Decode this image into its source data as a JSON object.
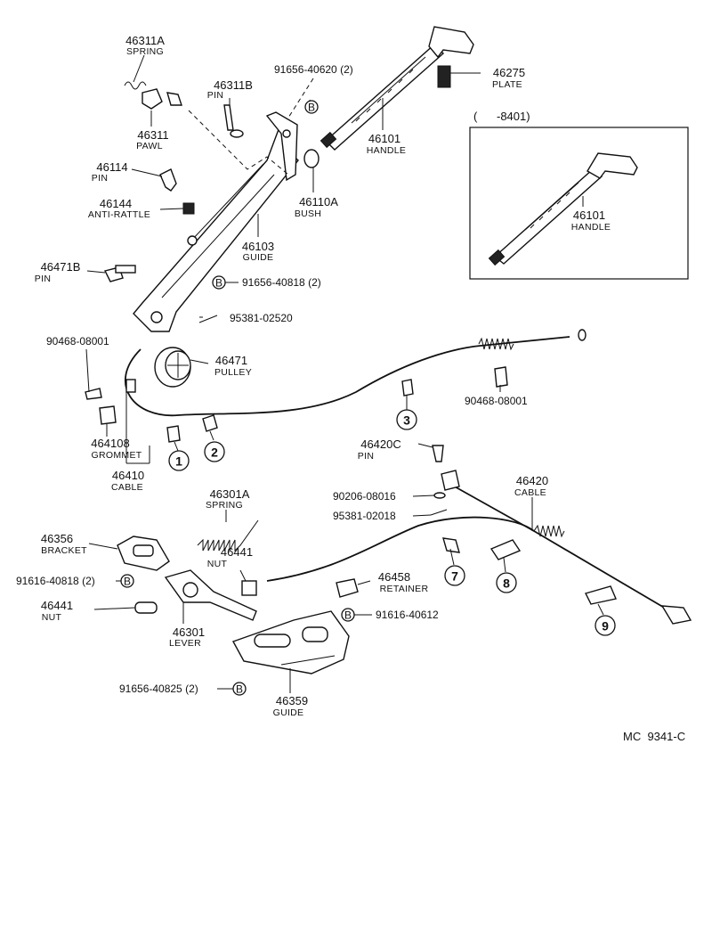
{
  "callouts": [
    {
      "id": "c46311a",
      "pn": "46311A",
      "name": "SPRING"
    },
    {
      "id": "c46311b",
      "pn": "46311B",
      "name": "PIN"
    },
    {
      "id": "c46311",
      "pn": "46311",
      "name": "PAWL"
    },
    {
      "id": "c46114",
      "pn": "46114",
      "name": "PIN"
    },
    {
      "id": "c46144",
      "pn": "46144",
      "name": "ANTI-RATTLE"
    },
    {
      "id": "c46103",
      "pn": "46103",
      "name": "GUIDE"
    },
    {
      "id": "c46110a",
      "pn": "46110A",
      "name": "BUSH"
    },
    {
      "id": "c46101a",
      "pn": "46101",
      "name": "HANDLE"
    },
    {
      "id": "c46275",
      "pn": "46275",
      "name": "PLATE"
    },
    {
      "id": "c46101b",
      "pn": "46101",
      "name": "HANDLE"
    },
    {
      "id": "c46471b",
      "pn": "46471B",
      "name": "PIN"
    },
    {
      "id": "c46471",
      "pn": "46471",
      "name": "PULLEY"
    },
    {
      "id": "c464108",
      "pn": "464108",
      "name": "GROMMET"
    },
    {
      "id": "c46410",
      "pn": "46410",
      "name": "CABLE"
    },
    {
      "id": "c46420c",
      "pn": "46420C",
      "name": "PIN"
    },
    {
      "id": "c46420",
      "pn": "46420",
      "name": "CABLE"
    },
    {
      "id": "c46301a",
      "pn": "46301A",
      "name": "SPRING"
    },
    {
      "id": "c46356",
      "pn": "46356",
      "name": "BRACKET"
    },
    {
      "id": "c46441a",
      "pn": "46441",
      "name": "NUT"
    },
    {
      "id": "c46441b",
      "pn": "46441",
      "name": "NUT"
    },
    {
      "id": "c46458",
      "pn": "46458",
      "name": "RETAINER"
    },
    {
      "id": "c46301",
      "pn": "46301",
      "name": "LEVER"
    },
    {
      "id": "c46359",
      "pn": "46359",
      "name": "GUIDE"
    }
  ],
  "refs": [
    {
      "id": "r1",
      "text": "91656-40620 (2)"
    },
    {
      "id": "r2",
      "text": "91656-40818 (2)"
    },
    {
      "id": "r3",
      "text": "95381-02520"
    },
    {
      "id": "r4",
      "text": "90468-08001"
    },
    {
      "id": "r5",
      "text": "90468-08001"
    },
    {
      "id": "r6",
      "text": "90206-08016"
    },
    {
      "id": "r7",
      "text": "95381-02018"
    },
    {
      "id": "r8",
      "text": "91616-40818 (2)"
    },
    {
      "id": "r9",
      "text": "91616-40612"
    },
    {
      "id": "r10",
      "text": "91656-40825 (2)"
    }
  ],
  "bolt_marker": "B",
  "inset_label": "(      -8401)",
  "circled_numbers": [
    "1",
    "2",
    "3",
    "7",
    "8",
    "9"
  ],
  "drawing_code": "MC  9341-C"
}
